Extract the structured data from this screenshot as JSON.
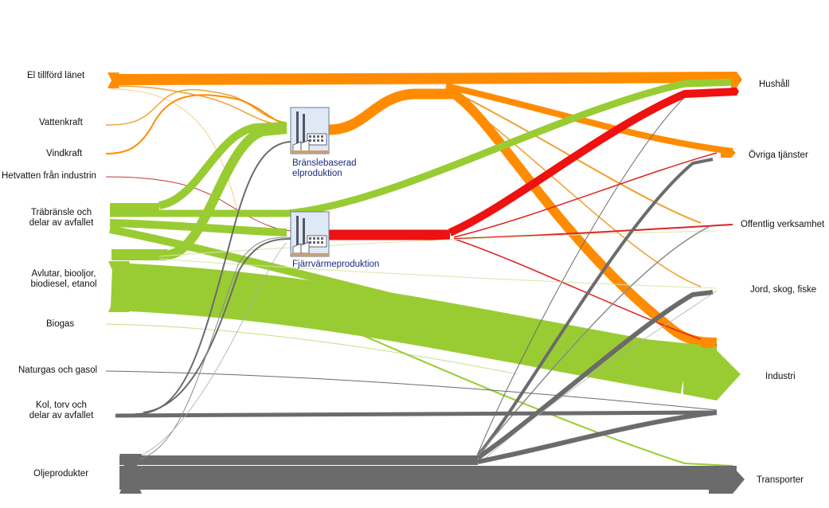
{
  "colors": {
    "el": "#ff8c00",
    "el_light": "#f0a030",
    "bio": "#99cc33",
    "heat": "#ee1111",
    "fossil": "#6b6b6b",
    "fossil_light": "#8a8a8a"
  },
  "sources": [
    {
      "id": "el",
      "label": "El tillförd länet"
    },
    {
      "id": "vatten",
      "label": "Vattenkraft"
    },
    {
      "id": "vind",
      "label": "Vindkraft"
    },
    {
      "id": "hetvatten",
      "label": "Hetvatten från industrin"
    },
    {
      "id": "trabransle",
      "label": "Träbränsle och\ndelar av avfallet"
    },
    {
      "id": "avlutar",
      "label": "Avlutar, biooljor,\nbiodiesel, etanol"
    },
    {
      "id": "biogas",
      "label": "Biogas"
    },
    {
      "id": "naturgas",
      "label": "Naturgas och gasol"
    },
    {
      "id": "kol",
      "label": "Kol, torv och\ndelar av avfallet"
    },
    {
      "id": "olje",
      "label": "Oljeprodukter"
    }
  ],
  "plants": [
    {
      "id": "el_prod",
      "label": "Bränslebaserad\nelproduktion",
      "icon": "power-plant-icon"
    },
    {
      "id": "fjarr",
      "label": "Fjärrvärmeproduktion",
      "icon": "heating-plant-icon"
    }
  ],
  "sinks": [
    {
      "id": "hushall",
      "label": "Hushåll"
    },
    {
      "id": "ovriga",
      "label": "Övriga tjänster"
    },
    {
      "id": "offentlig",
      "label": "Offentlig verksamhet"
    },
    {
      "id": "jord",
      "label": "Jord, skog, fiske"
    },
    {
      "id": "industri",
      "label": "Industri"
    },
    {
      "id": "transport",
      "label": "Transporter"
    }
  ]
}
